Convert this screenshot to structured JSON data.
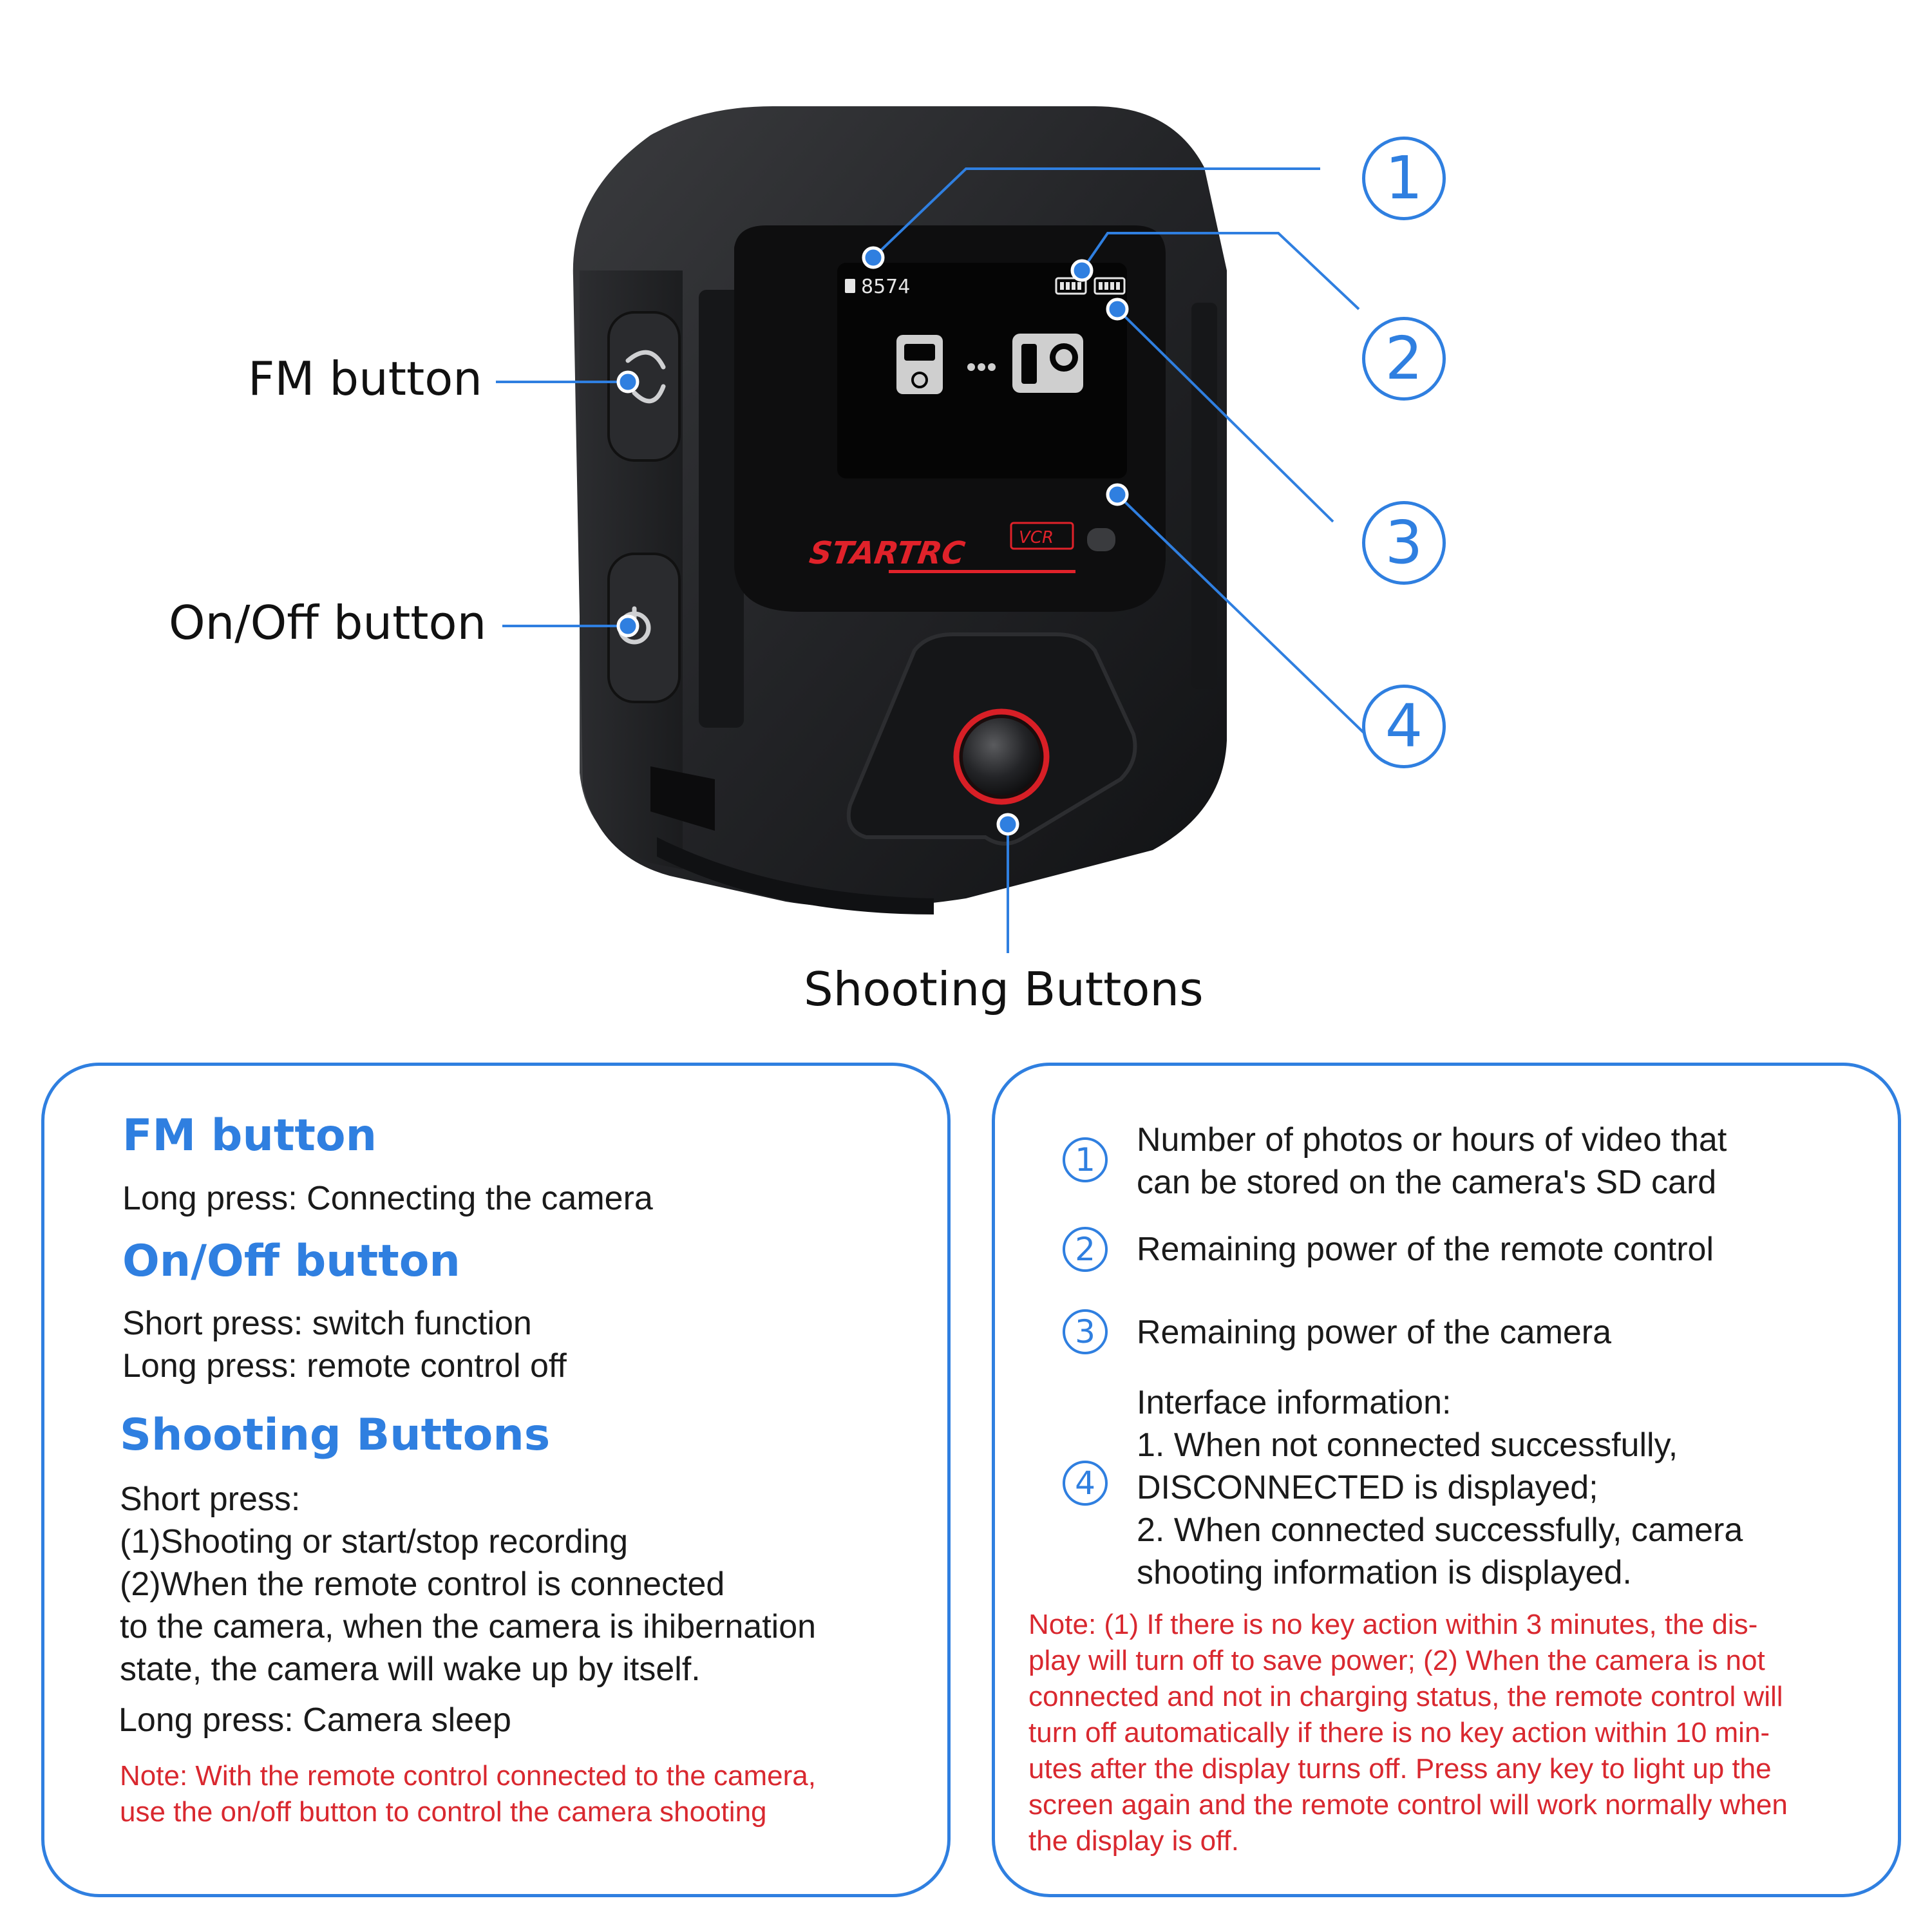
{
  "device": {
    "screen_count": "8574",
    "brand_logo": "STARTRC",
    "brand_sub": "VCR"
  },
  "callouts": {
    "fm": "FM button",
    "onoff": "On/Off button",
    "shooting": "Shooting Buttons",
    "numbers": [
      "1",
      "2",
      "3",
      "4"
    ]
  },
  "left_panel": {
    "fm_title": "FM button",
    "fm_lines": [
      "Long press: Connecting the camera"
    ],
    "onoff_title": "On/Off button",
    "onoff_lines": [
      "Short press: switch function",
      "Long press: remote control off"
    ],
    "shoot_title": "Shooting Buttons",
    "shoot_lines": [
      "Short press:",
      "(1)Shooting or start/stop recording",
      "(2)When the remote control is connected",
      "to the camera, when the camera is ihibernation",
      "state, the camera will wake up by itself."
    ],
    "shoot_long": "Long press: Camera sleep",
    "note_lines": [
      "Note: With the remote control connected to the camera,",
      "use the on/off button to control the camera shooting"
    ]
  },
  "right_panel": {
    "items": [
      {
        "num": "1",
        "lines": [
          "Number of photos or hours of video that",
          "can be stored on the camera's SD card"
        ]
      },
      {
        "num": "2",
        "lines": [
          "Remaining power of the remote control"
        ]
      },
      {
        "num": "3",
        "lines": [
          "Remaining power of the camera"
        ]
      },
      {
        "num": "4",
        "lines": [
          "Interface information:",
          "1. When not connected successfully,",
          "DISCONNECTED is displayed;",
          "2. When connected successfully, camera",
          "shooting information is displayed."
        ]
      }
    ],
    "note_lines": [
      "Note: (1) If there is no key action within 3 minutes, the dis-",
      "play will turn off to save power; (2) When the camera is not",
      "connected and not in charging status, the remote control will",
      "turn off automatically if there is no key action within 10 min-",
      "utes after the display turns off. Press any key to light up the",
      "screen again and the remote control will work normally when",
      "the display is off."
    ]
  },
  "colors": {
    "accent": "#2f7fe0",
    "note": "#d9282f",
    "device_body": "#1e1f21",
    "logo_red": "#e0222a"
  }
}
